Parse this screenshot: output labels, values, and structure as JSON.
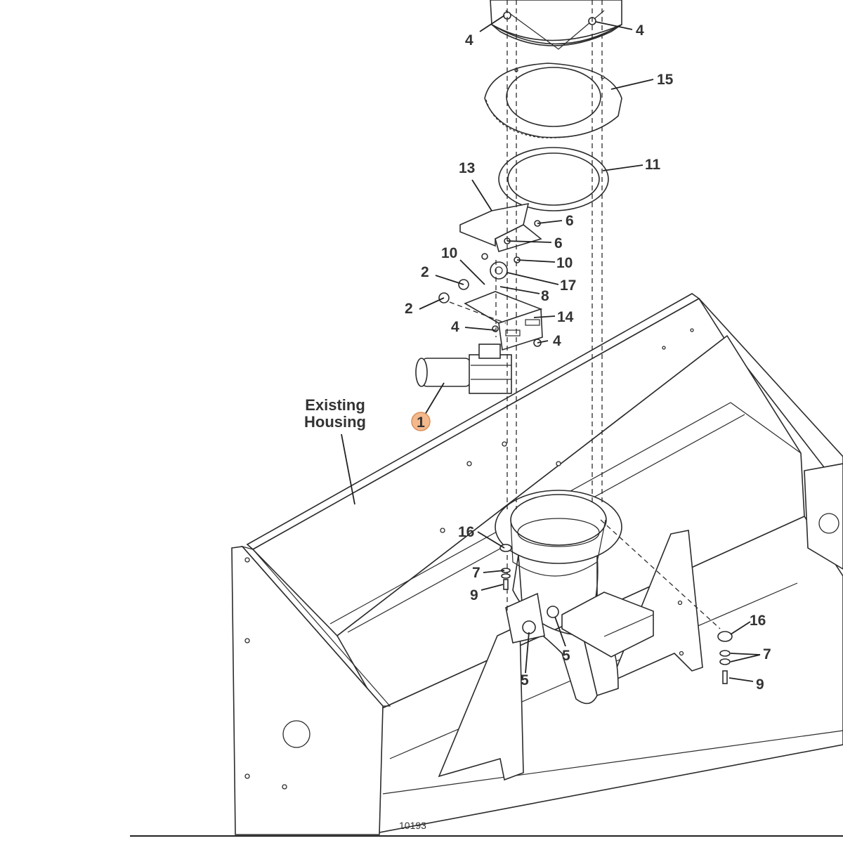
{
  "diagram": {
    "callouts": {
      "c1": "1",
      "c2a": "2",
      "c2b": "2",
      "c4a": "4",
      "c4b": "4",
      "c4c": "4",
      "c4d": "4",
      "c5a": "5",
      "c5b": "5",
      "c6a": "6",
      "c6b": "6",
      "c7a": "7",
      "c7b": "7",
      "c8": "8",
      "c9a": "9",
      "c9b": "9",
      "c10a": "10",
      "c10b": "10",
      "c11": "11",
      "c13": "13",
      "c14": "14",
      "c15": "15",
      "c16a": "16",
      "c16b": "16",
      "c17": "17"
    },
    "housing_label_line1": "Existing",
    "housing_label_line2": "Housing",
    "figure_number": "10193",
    "highlight_color": "#f3b98c"
  }
}
